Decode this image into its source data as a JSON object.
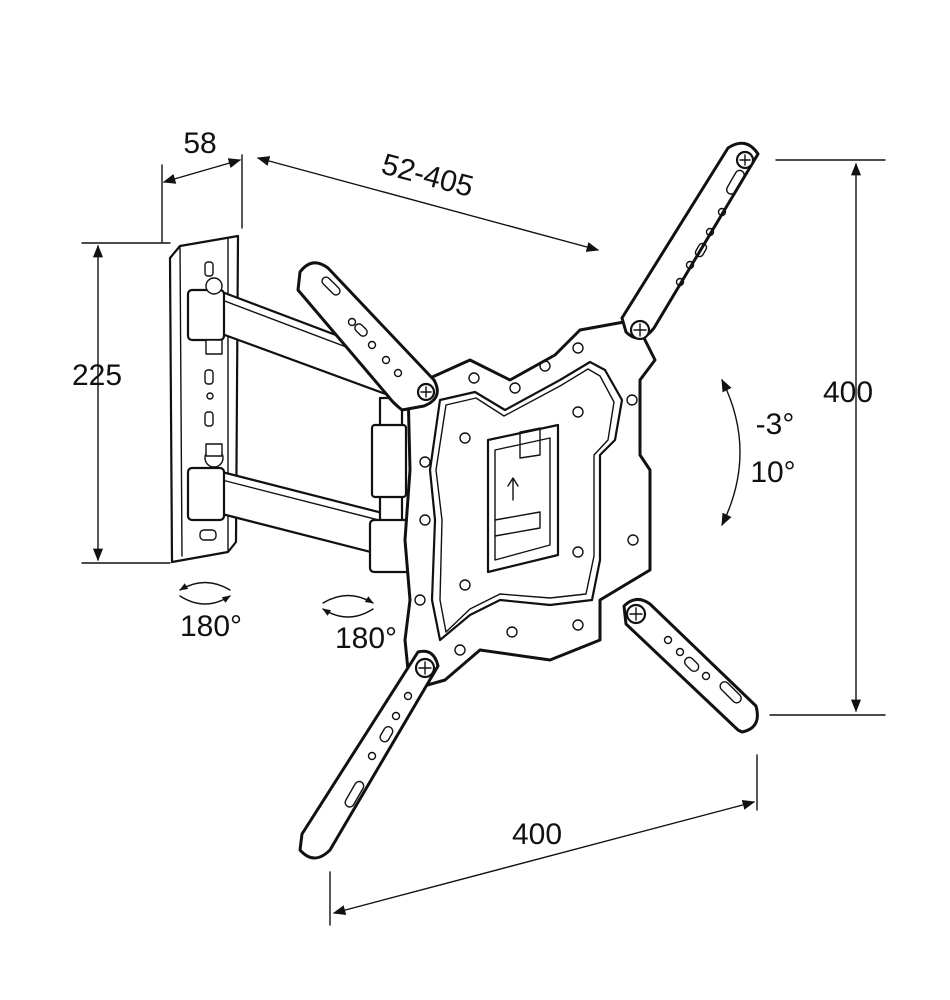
{
  "dimensions": {
    "depth": "58",
    "extension": "52-405",
    "wall_plate_height": "225",
    "vesa_height": "400",
    "vesa_width": "400",
    "swivel_wall": "180°",
    "swivel_arm": "180°",
    "tilt_up": "-3°",
    "tilt_down": "10°"
  },
  "colors": {
    "line": "#111111",
    "background": "#ffffff"
  },
  "icons": [
    "rotation-arrow-icon",
    "tilt-arrow-icon",
    "up-arrow-icon",
    "screw-icon"
  ]
}
